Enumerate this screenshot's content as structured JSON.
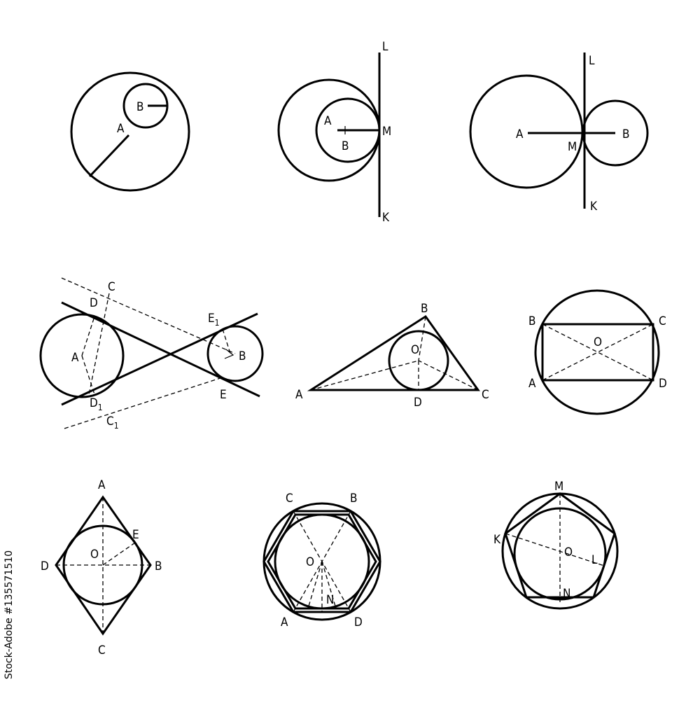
{
  "stock_id": "Stock-Adobe #135571510",
  "figures": {
    "internal_tangent_circles": {
      "A": "A",
      "B": "B"
    },
    "internal_tangent_line": {
      "A": "A",
      "B": "B",
      "M": "M",
      "L": "L",
      "K": "K"
    },
    "external_tangent_line": {
      "A": "A",
      "B": "B",
      "M": "M",
      "L": "L",
      "K": "K"
    },
    "common_tangents": {
      "A": "A",
      "B": "B",
      "C": "C",
      "D": "D",
      "D1": "D",
      "D1_sub": "1",
      "C1": "C",
      "C1_sub": "1",
      "E1": "E",
      "E1_sub": "1",
      "E": "E"
    },
    "inscribed_triangle": {
      "A": "A",
      "B": "B",
      "C": "C",
      "D": "D",
      "O": "O"
    },
    "circumscribed_rectangle": {
      "A": "A",
      "B": "B",
      "C": "C",
      "D": "D",
      "O": "O"
    },
    "rhombus": {
      "A": "A",
      "B": "B",
      "C": "C",
      "D": "D",
      "E": "E",
      "O": "O"
    },
    "hexagons": {
      "A": "A",
      "B": "B",
      "C": "C",
      "D": "D",
      "O": "O",
      "N": "N"
    },
    "pentagon": {
      "M": "M",
      "K": "K",
      "L": "L",
      "O": "O",
      "N": "N"
    }
  }
}
